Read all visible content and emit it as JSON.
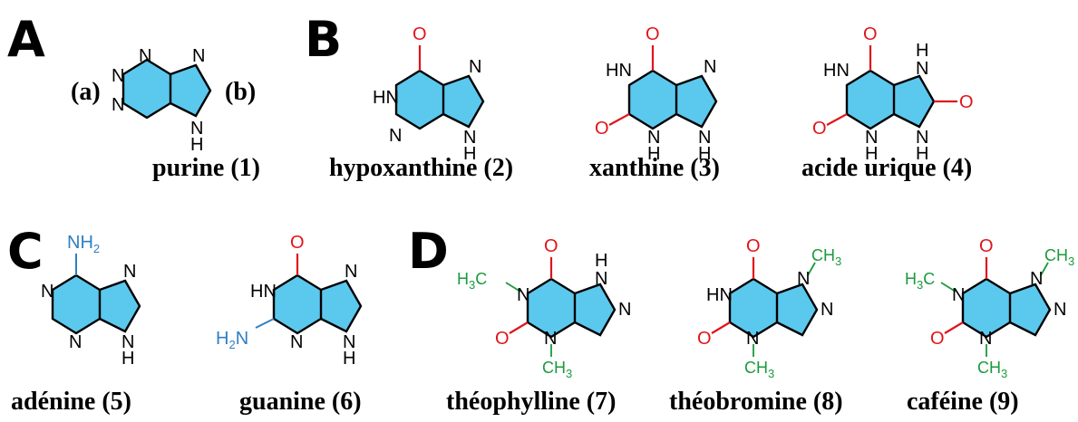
{
  "colors": {
    "ring": "#5bc8ee",
    "oxygen": "#e0141b",
    "methyl": "#1a9a3c",
    "amine": "#2f7fc1"
  },
  "panels": {
    "A": "A",
    "B": "B",
    "C": "C",
    "D": "D"
  },
  "labels": {
    "a": "(a)",
    "b": "(b)"
  },
  "atoms": {
    "N": "N",
    "H": "H",
    "O": "O",
    "NH": "NH",
    "HN": "HN",
    "NH2_main": "NH",
    "H2N_main": "H",
    "sub2": "2",
    "CH3_main": "CH",
    "H3C_main": "H",
    "sub3": "3",
    "C": "C"
  },
  "molecules": [
    {
      "id": "purine",
      "caption": "purine (1)"
    },
    {
      "id": "hypoxanthine",
      "caption": "hypoxanthine (2)"
    },
    {
      "id": "xanthine",
      "caption": "xanthine (3)"
    },
    {
      "id": "uric-acid",
      "caption": "acide urique (4)"
    },
    {
      "id": "adenine",
      "caption": "adénine (5)"
    },
    {
      "id": "guanine",
      "caption": "guanine (6)"
    },
    {
      "id": "theophylline",
      "caption": "théophylline (7)"
    },
    {
      "id": "theobromine",
      "caption": "théobromine (8)"
    },
    {
      "id": "caffeine",
      "caption": "caféine (9)"
    }
  ]
}
